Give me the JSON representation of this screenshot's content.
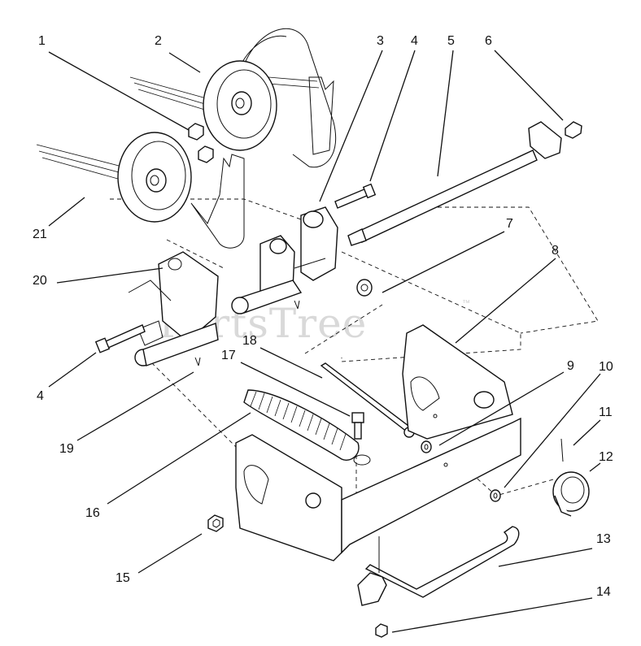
{
  "watermark": {
    "text": "PartsTree",
    "trademark": "™"
  },
  "callouts": [
    "1",
    "2",
    "3",
    "4",
    "5",
    "6",
    "7",
    "8",
    "9",
    "10",
    "11",
    "12",
    "13",
    "14",
    "15",
    "16",
    "17",
    "18",
    "19",
    "20",
    "21",
    "4"
  ]
}
